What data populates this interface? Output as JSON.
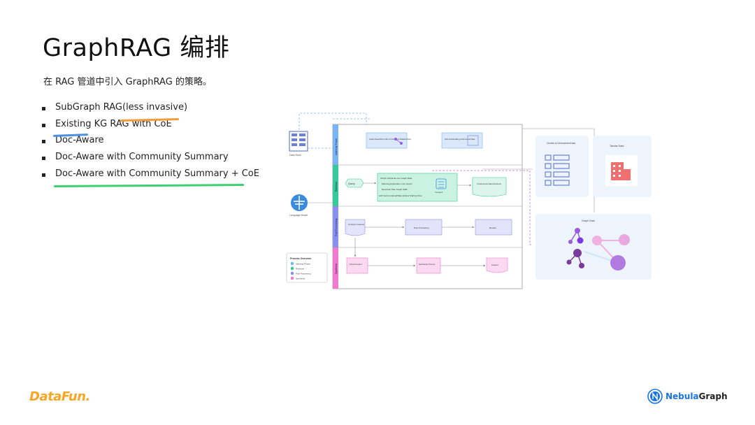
{
  "slide": {
    "title": "GraphRAG 编排",
    "subtitle": "在 RAG 管道中引入 GraphRAG 的策略。"
  },
  "bullets": [
    {
      "label": "SubGraph RAG(less invasive)"
    },
    {
      "label": "Existing KG RAG with CoE"
    },
    {
      "label": "Doc-Aware"
    },
    {
      "label": "Doc-Aware with Community Summary"
    },
    {
      "label": "Doc-Aware with Community Summary + CoE"
    }
  ],
  "highlight_colors": {
    "orange": "#f59c3a",
    "blue": "#4a8fe0",
    "green": "#3ecf72"
  },
  "diagram": {
    "left_labels": {
      "data_store": "Data Store",
      "language_model": "Language Model"
    },
    "lanes": [
      "Indexing Phase",
      "Retrieval",
      "Post Processing",
      "Synthesis"
    ],
    "lane_colors": [
      "#7ab4f5",
      "#36c99b",
      "#8a8ff0",
      "#f07ad0"
    ],
    "indexing_boxes": [
      "Graph-based/KGs Index for Entities & Relationships",
      "Split & Embedding Unstructured Data"
    ],
    "retrieval": {
      "query": "Query",
      "steps": [
        "KGQA: Retrieval over Graph Data",
        "Planning Exploration over Graph",
        "Execution Plan Graph Walk",
        "with Vector-indexed/Map-indices Starting Clue"
      ],
      "agent": "Tool-agent",
      "unstructured": "Unstructured Data Retrieval"
    },
    "post": [
      "Context in pieces",
      "Post Processing",
      "Rerank"
    ],
    "synthesis": [
      "Final Context",
      "Synthesis Prompt",
      "Answer"
    ],
    "legend": {
      "title": "Process Overview",
      "items": [
        {
          "label": "Indexing Phase",
          "color": "#7ab4f5"
        },
        {
          "label": "Retrieval",
          "color": "#36c99b"
        },
        {
          "label": "Post Processing",
          "color": "#8a8ff0"
        },
        {
          "label": "Synthesis",
          "color": "#f07ad0"
        }
      ]
    },
    "right_panels": {
      "chunks": "Chunks of Unstructured Data",
      "tabular": "Tabular Data",
      "graph": "Graph Data"
    }
  },
  "logos": {
    "left": "DataFun.",
    "right_prefix": "Nebula",
    "right_suffix": "Graph"
  }
}
